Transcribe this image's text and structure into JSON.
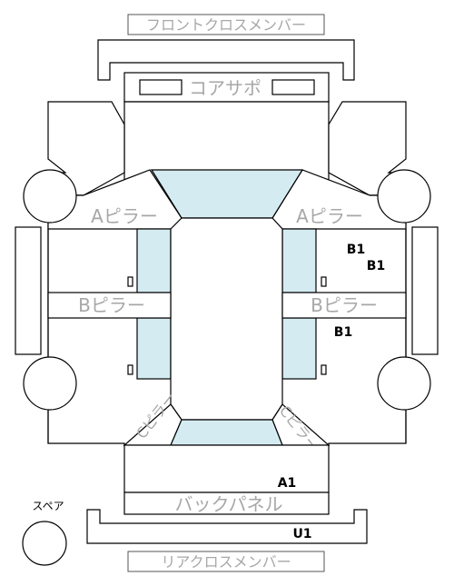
{
  "labels": {
    "front_cross_member": "フロントクロスメンバー",
    "core_support": "コアサポ",
    "a_pillar_left": "Aピラー",
    "a_pillar_right": "Aピラー",
    "b_pillar_left": "Bピラー",
    "b_pillar_right": "Bピラー",
    "back_panel": "バックパネル",
    "rear_cross_member": "リアクロスメンバー",
    "spare": "スペア",
    "c_pillar_left": "Cピラー",
    "c_pillar_right": "Cピラー"
  },
  "markers": {
    "right_front_door_1": "B1",
    "right_front_door_2": "B1",
    "right_rear_door": "B1",
    "back_panel_code": "A1",
    "rear_member_code": "U1"
  }
}
